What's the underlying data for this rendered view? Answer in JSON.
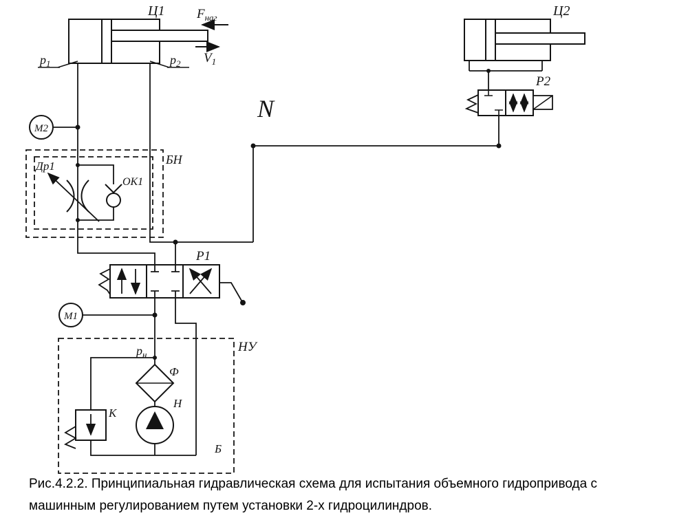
{
  "labels": {
    "c1": "Ц1",
    "c2": "Ц2",
    "f_nag": {
      "main": "F",
      "sub": "наг"
    },
    "v1": {
      "main": "V",
      "sub": "1"
    },
    "p1": {
      "main": "p",
      "sub": "1"
    },
    "p2": {
      "main": "p",
      "sub": "2"
    },
    "pn": {
      "main": "p",
      "sub": "н"
    },
    "m1": "М1",
    "m2": "М2",
    "r1": "Р1",
    "r2": "Р2",
    "bn": "БН",
    "dr1": "Др1",
    "ok1": "ОК1",
    "nu": "НУ",
    "filter": "Ф",
    "pump": "Н",
    "relief": "К",
    "tank": "Б",
    "line_n": "N"
  },
  "caption": {
    "line1": "Рис.4.2.2. Принципиальная гидравлическая схема для испытания объемного гидропривода с",
    "line2": "машинным регулированием путем установки 2-х гидроцилиндров."
  }
}
